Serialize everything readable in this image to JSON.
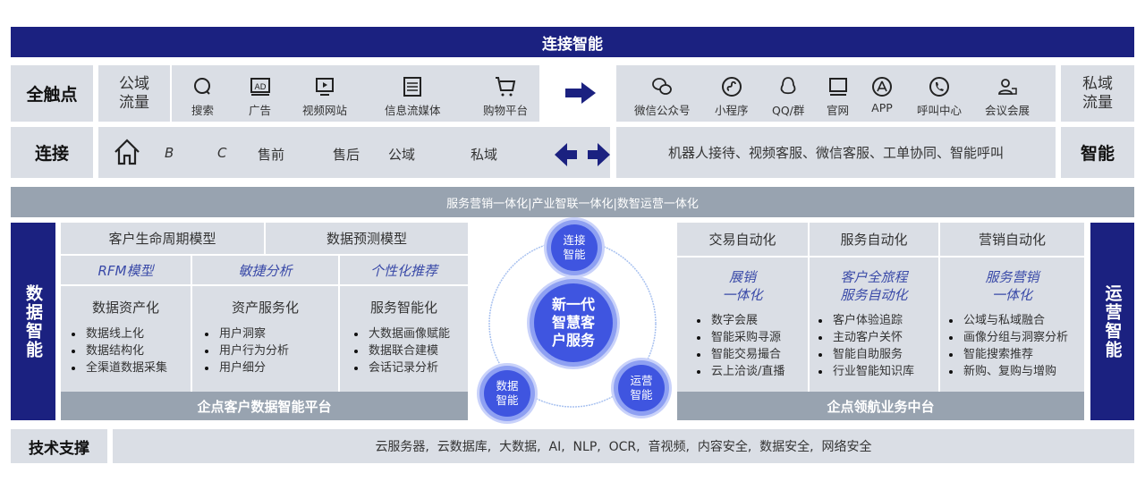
{
  "title": "连接智能",
  "touch": {
    "label": "全触点",
    "public_label": "公域流量",
    "public_items": [
      {
        "icon": "search-icon",
        "label": "搜索"
      },
      {
        "icon": "ad-icon",
        "label": "广告"
      },
      {
        "icon": "video-icon",
        "label": "视频网站"
      },
      {
        "icon": "feed-icon",
        "label": "信息流媒体"
      },
      {
        "icon": "cart-icon",
        "label": "购物平台"
      }
    ],
    "private_items": [
      {
        "icon": "wechat-icon",
        "label": "微信公众号"
      },
      {
        "icon": "miniprogram-icon",
        "label": "小程序"
      },
      {
        "icon": "qq-icon",
        "label": "QQ/群"
      },
      {
        "icon": "monitor-icon",
        "label": "官网"
      },
      {
        "icon": "app-icon",
        "label": "APP"
      },
      {
        "icon": "phone-icon",
        "label": "呼叫中心"
      },
      {
        "icon": "meeting-icon",
        "label": "会议会展"
      }
    ],
    "private_label": "私域流量"
  },
  "connect": {
    "label": "连接",
    "items": [
      "B",
      "C",
      "售前",
      "售后",
      "公域",
      "私域"
    ],
    "right_text": "机器人接待、视频客服、微信客服、工单协同、智能呼叫",
    "right_label": "智能"
  },
  "band": "服务营销一体化|产业智联一体化|数智运营一体化",
  "data_intel": {
    "side": "数据智能",
    "models": [
      "客户生命周期模型",
      "数据预测模型"
    ],
    "features": [
      "RFM模型",
      "敏捷分析",
      "个性化推荐"
    ],
    "columns": [
      {
        "title": "数据资产化",
        "items": [
          "数据线上化",
          "数据结构化",
          "全渠道数据采集"
        ]
      },
      {
        "title": "资产服务化",
        "items": [
          "用户洞察",
          "用户行为分析",
          "用户细分"
        ]
      },
      {
        "title": "服务智能化",
        "items": [
          "大数据画像赋能",
          "数据联合建模",
          "会话记录分析"
        ]
      }
    ],
    "platform": "企点客户数据智能平台"
  },
  "center": {
    "main": "新一代智慧客户服务",
    "top": "连接智能",
    "left": "数据智能",
    "right": "运营智能"
  },
  "ops": {
    "side": "运营智能",
    "columns": [
      {
        "head": "交易自动化",
        "sub": "展销\n一体化",
        "items": [
          "数字会展",
          "智能采购寻源",
          "智能交易撮合",
          "云上洽谈/直播"
        ]
      },
      {
        "head": "服务自动化",
        "sub": "客户全旅程\n服务自动化",
        "items": [
          "客户体验追踪",
          "主动客户关怀",
          "智能自助服务",
          "行业智能知识库"
        ]
      },
      {
        "head": "营销自动化",
        "sub": "服务营销\n一体化",
        "items": [
          "公域与私域融合",
          "画像分组与洞察分析",
          "智能搜索推荐",
          "新购、复购与增购"
        ]
      }
    ],
    "platform": "企点领航业务中台"
  },
  "tech": {
    "label": "技术支撑",
    "text": "云服务器,  云数据库,  大数据,  AI,  NLP,  OCR,  音视频,  内容安全,  数据安全,  网络安全"
  },
  "colors": {
    "navy": "#1b2180",
    "grey": "#dadee5",
    "dark": "#98a3b0",
    "circle": "#3f55e0"
  }
}
